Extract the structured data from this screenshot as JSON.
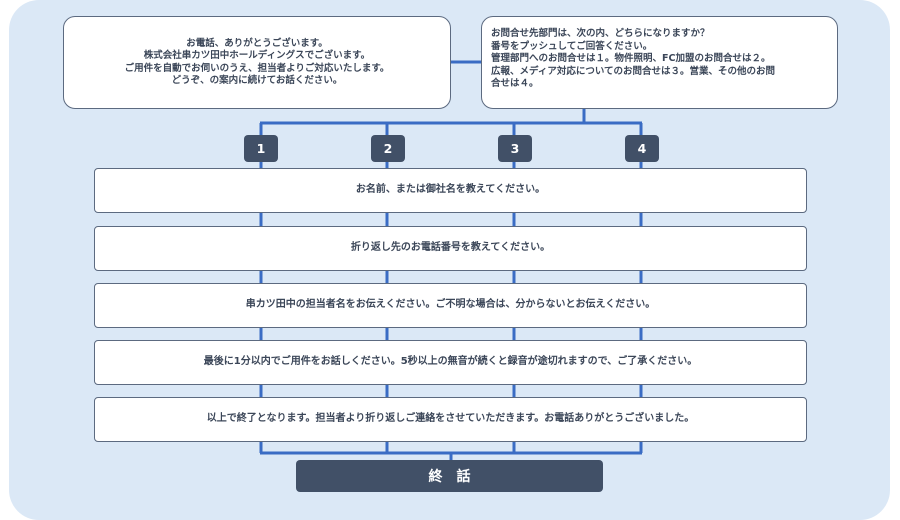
{
  "greeting": {
    "lines": [
      "お電話、ありがとうございます。",
      "株式会社串カツ田中ホールディングスでございます。",
      "ご用件を自動でお伺いのうえ、担当者よりご対応いたします。",
      "どうぞ、の案内に続けてお話ください。"
    ]
  },
  "department": {
    "lines": [
      "お問合せ先部門は、次の内、どちらになりますか？",
      "番号をプッシュしてご回答ください。",
      "管理部門へのお問合せは１。物件照明、FC加盟のお問合せは２。",
      "広報、メディア対応についてのお問合せは３。営業、その他のお問",
      "合せは４。"
    ]
  },
  "options": [
    "1",
    "2",
    "3",
    "4"
  ],
  "steps": [
    "お名前、または御社名を教えてください。",
    "折り返し先のお電話番号を教えてください。",
    "串カツ田中の担当者名をお伝えください。ご不明な場合は、分からないとお伝えください。",
    "最後に1分以内でご用件をお話しください。5秒以上の無音が続くと録音が途切れますので、ご了承ください。",
    "以上で終了となります。担当者より折り返しご連絡をさせていただきます。お電話ありがとうございました。"
  ],
  "end_label": "終話",
  "colors": {
    "background": "#dbe8f6",
    "connector": "#3a6cc4",
    "dark_box": "#415067",
    "text": "#3b4658"
  }
}
